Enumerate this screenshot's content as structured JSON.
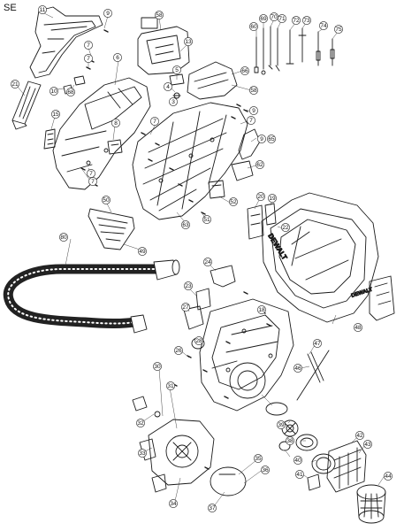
{
  "sheet": {
    "model_tag": "SE",
    "brand_mark": "DEWALT"
  },
  "callouts": [
    {
      "id": "c-11a",
      "label": "11"
    },
    {
      "id": "c-9a",
      "label": "9"
    },
    {
      "id": "c-7a",
      "label": "7"
    },
    {
      "id": "c-7b",
      "label": "7"
    },
    {
      "id": "c-6a",
      "label": "6"
    },
    {
      "id": "c-10",
      "label": "10"
    },
    {
      "id": "c-68",
      "label": "68"
    },
    {
      "id": "c-21",
      "label": "21"
    },
    {
      "id": "c-15",
      "label": "15"
    },
    {
      "id": "c-8",
      "label": "8"
    },
    {
      "id": "c-7c",
      "label": "7"
    },
    {
      "id": "c-58a",
      "label": "58"
    },
    {
      "id": "c-13",
      "label": "13"
    },
    {
      "id": "c-5",
      "label": "5"
    },
    {
      "id": "c-4",
      "label": "4"
    },
    {
      "id": "c-3",
      "label": "3"
    },
    {
      "id": "c-58b",
      "label": "58"
    },
    {
      "id": "c-9b",
      "label": "9"
    },
    {
      "id": "c-7d",
      "label": "7"
    },
    {
      "id": "c-7e",
      "label": "7"
    },
    {
      "id": "c-9c",
      "label": "9"
    },
    {
      "id": "c-65",
      "label": "65"
    },
    {
      "id": "c-62",
      "label": "62"
    },
    {
      "id": "c-60",
      "label": "60"
    },
    {
      "id": "c-69",
      "label": "69"
    },
    {
      "id": "c-70",
      "label": "70"
    },
    {
      "id": "c-71",
      "label": "71"
    },
    {
      "id": "c-72",
      "label": "72"
    },
    {
      "id": "c-73",
      "label": "73"
    },
    {
      "id": "c-74",
      "label": "74"
    },
    {
      "id": "c-75",
      "label": "75"
    },
    {
      "id": "c-66",
      "label": "66"
    },
    {
      "id": "c-7f",
      "label": "7"
    },
    {
      "id": "c-50",
      "label": "50"
    },
    {
      "id": "c-49",
      "label": "49"
    },
    {
      "id": "c-51",
      "label": "51"
    },
    {
      "id": "c-52",
      "label": "52"
    },
    {
      "id": "c-63",
      "label": "63"
    },
    {
      "id": "c-20",
      "label": "20"
    },
    {
      "id": "c-19",
      "label": "19"
    },
    {
      "id": "c-22",
      "label": "22"
    },
    {
      "id": "c-80",
      "label": "80"
    },
    {
      "id": "c-24",
      "label": "24"
    },
    {
      "id": "c-23",
      "label": "23"
    },
    {
      "id": "c-27",
      "label": "27"
    },
    {
      "id": "c-28",
      "label": "28"
    },
    {
      "id": "c-26",
      "label": "26"
    },
    {
      "id": "c-47",
      "label": "47"
    },
    {
      "id": "c-46",
      "label": "46"
    },
    {
      "id": "c-48",
      "label": "48"
    },
    {
      "id": "c-30",
      "label": "30"
    },
    {
      "id": "c-32",
      "label": "32"
    },
    {
      "id": "c-31",
      "label": "31"
    },
    {
      "id": "c-33",
      "label": "33"
    },
    {
      "id": "c-34",
      "label": "34"
    },
    {
      "id": "c-35",
      "label": "35"
    },
    {
      "id": "c-36",
      "label": "36"
    },
    {
      "id": "c-37",
      "label": "37"
    },
    {
      "id": "c-38",
      "label": "38"
    },
    {
      "id": "c-39",
      "label": "39"
    },
    {
      "id": "c-40",
      "label": "40"
    },
    {
      "id": "c-41",
      "label": "41"
    },
    {
      "id": "c-42",
      "label": "42"
    },
    {
      "id": "c-43",
      "label": "43"
    },
    {
      "id": "c-44",
      "label": "44"
    },
    {
      "id": "c-18",
      "label": "18"
    }
  ]
}
